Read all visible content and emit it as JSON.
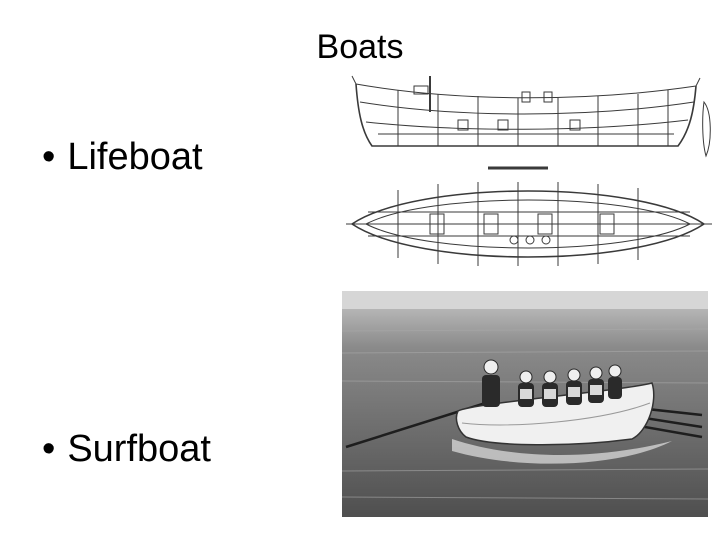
{
  "slide": {
    "title": "Boats",
    "bullets": [
      {
        "marker": "•",
        "text": "Lifeboat"
      },
      {
        "marker": "•",
        "text": "Surfboat"
      }
    ]
  },
  "colors": {
    "background": "#ffffff",
    "text": "#000000",
    "drawing_line": "#3a3a3a",
    "photo_sky": "#d2d2d2",
    "photo_sea": "#6d6d6d"
  },
  "icons": {
    "lifeboat_plan": "lifeboat-plan-drawing",
    "surfboat_photo": "surfboat-photo"
  }
}
